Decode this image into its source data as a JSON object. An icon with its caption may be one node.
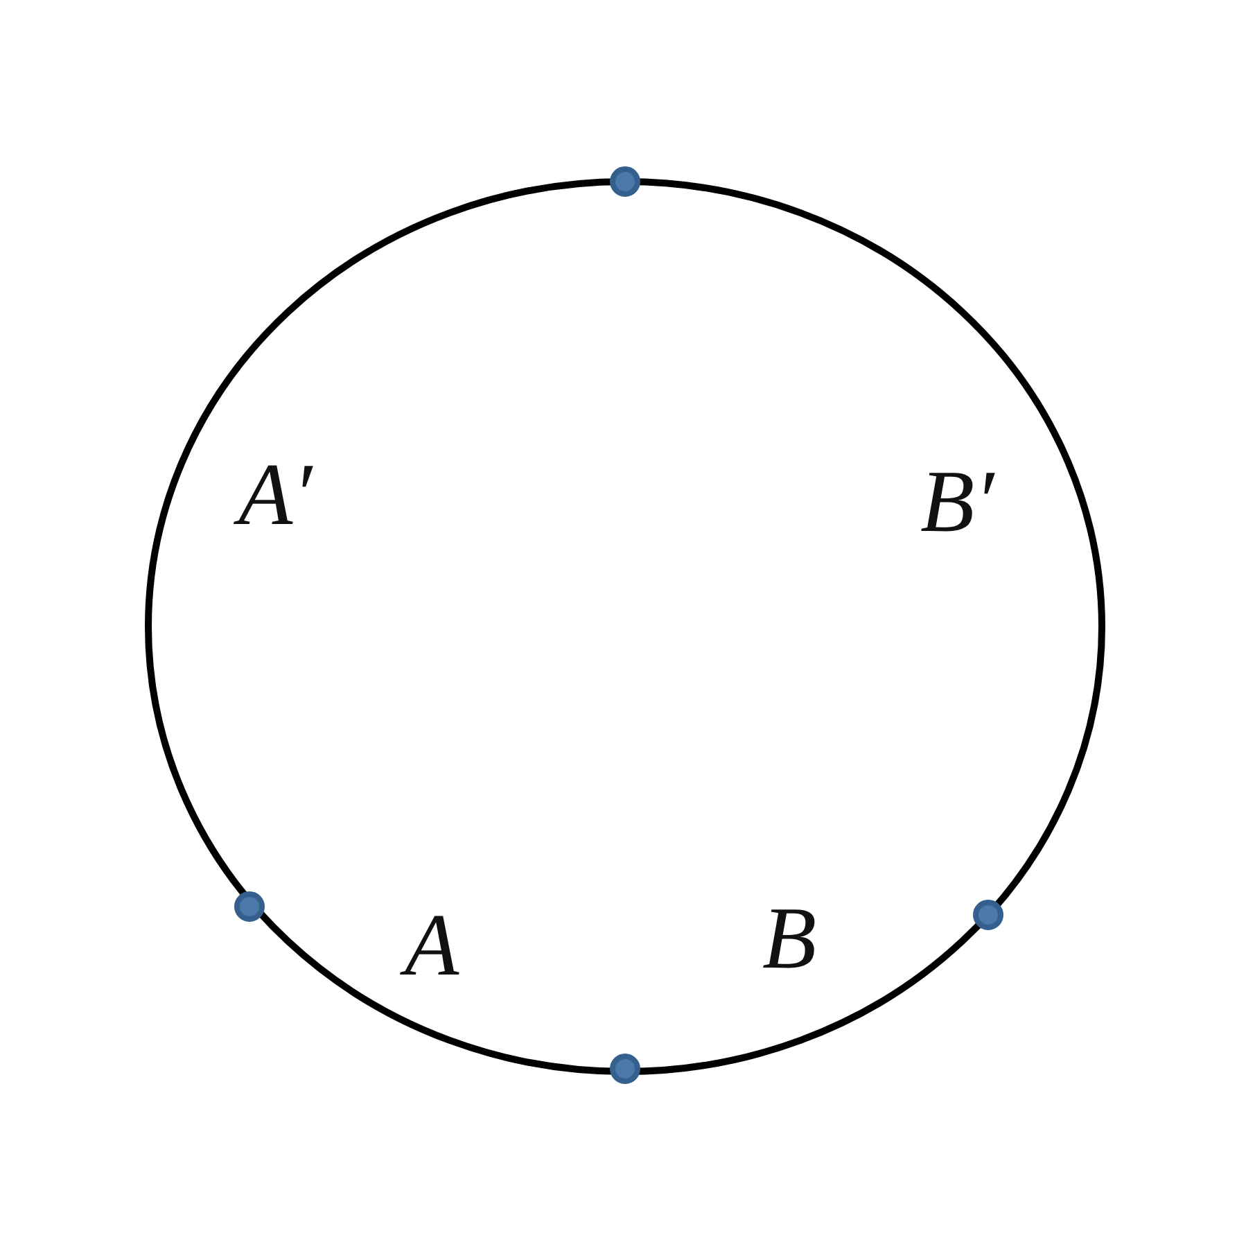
{
  "diagram": {
    "labels": [
      "A′",
      "B′",
      "A",
      "B"
    ]
  }
}
